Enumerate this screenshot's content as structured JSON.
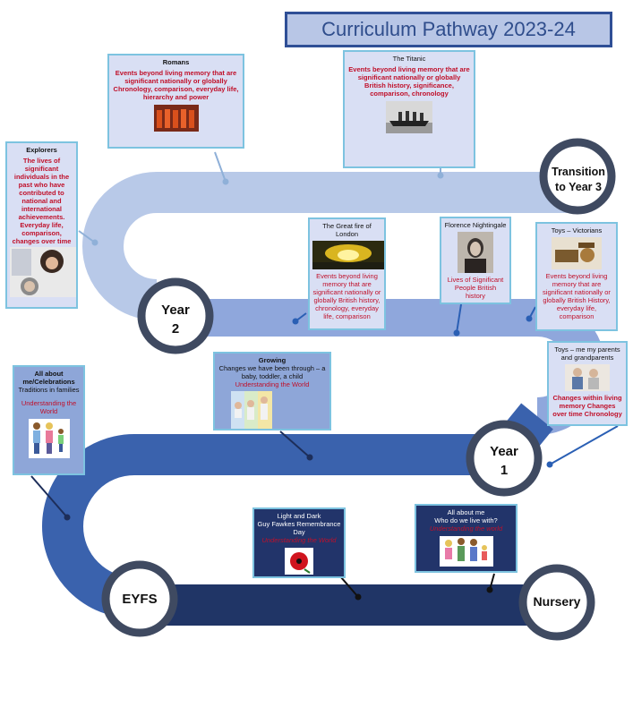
{
  "title": "Curriculum Pathway 2023-24",
  "stages": {
    "transition": "Transition to Year 3",
    "year2": "Year 2",
    "year1": "Year 1",
    "eyfs": "EYFS",
    "nursery": "Nursery"
  },
  "topics": {
    "romans": {
      "title": "Romans",
      "body": "Events beyond living memory that are significant nationally or globally Chronology, comparison, everyday life, hierarchy and power"
    },
    "titanic": {
      "title": "The Titanic",
      "body": "Events beyond living memory that are significant nationally or globally British history, significance, comparison, chronology"
    },
    "explorers": {
      "title": "Explorers",
      "body": "The lives of significant individuals in the past who have contributed to national and international achievements. Everyday life, comparison, changes over time"
    },
    "great_fire": {
      "title": "The Great fire of London",
      "body": "Events beyond living memory that are significant nationally or globally British history, chronology, everyday life, comparison"
    },
    "florence": {
      "title": "Florence Nightingale",
      "body": "Lives of Significant People British history"
    },
    "toys_victorians": {
      "title": "Toys – Victorians",
      "body": "Events beyond living memory that are significant nationally or globally British History, everyday life, comparison"
    },
    "toys_parents": {
      "title": "Toys – me my parents and grandparents",
      "body": "Changes within living memory Changes over time Chronology"
    },
    "growing": {
      "title": "Growing",
      "subtitle": "Changes we have been through – a baby, toddler, a child",
      "body": "Understanding the World"
    },
    "celebrations": {
      "title": "All about me/Celebrations",
      "subtitle": "Traditions in families",
      "body": "Understanding the World"
    },
    "light_dark": {
      "title": "Light and Dark",
      "subtitle": "Guy Fawkes Remembrance Day",
      "body": "Understanding the World"
    },
    "all_about_me": {
      "title": "All about me",
      "subtitle": "Who do we live with?",
      "body": "Understanding the world"
    }
  },
  "colors": {
    "path_light": "#b8c9e8",
    "path_mid": "#8fa7dc",
    "path_blue": "#3a62ad",
    "path_dark": "#203566",
    "ring": "#3f4a61",
    "accent_red": "#c0102a",
    "title_border": "#2f4f96"
  },
  "icons": [
    "people-photo",
    "poppy-icon",
    "family-icon",
    "ship-photo",
    "portrait-photo",
    "toys-photo",
    "babies-photo",
    "astronaut-photo",
    "soldiers-photo",
    "fire-photo"
  ]
}
